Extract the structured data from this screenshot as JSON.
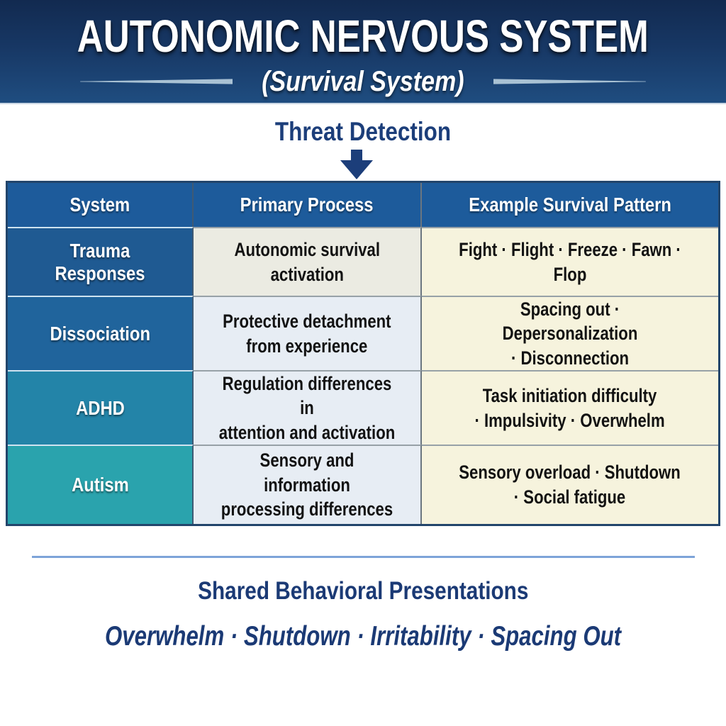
{
  "header": {
    "title": "AUTONOMIC NERVOUS SYSTEM",
    "subtitle": "(Survival System)"
  },
  "flow": {
    "label": "Threat Detection",
    "arrow_icon": "down-arrow"
  },
  "table": {
    "columns": [
      "System",
      "Primary Process",
      "Example Survival Pattern"
    ],
    "rows": [
      {
        "system": "Trauma Responses",
        "process": "Autonomic survival\nactivation",
        "pattern": "Fight · Flight · Freeze · Fawn · Flop"
      },
      {
        "system": "Dissociation",
        "process": "Protective detachment\nfrom experience",
        "pattern": "Spacing out · Depersonalization\n· Disconnection"
      },
      {
        "system": "ADHD",
        "process": "Regulation differences in\nattention and activation",
        "pattern": "Task initiation difficulty\n· Impulsivity · Overwhelm"
      },
      {
        "system": "Autism",
        "process": "Sensory and information\nprocessing differences",
        "pattern": "Sensory overload · Shutdown\n· Social fatigue"
      }
    ]
  },
  "footer": {
    "heading": "Shared Behavioral Presentations",
    "items": "Overwhelm · Shutdown · Irritability · Spacing Out"
  },
  "colors": {
    "band_navy_top": "#122a50",
    "band_navy_bottom": "#1f4d80",
    "table_header_blue": "#1d5b9b",
    "system_row_1": "#1f5a92",
    "system_row_2": "#20649c",
    "system_row_3": "#2384a8",
    "system_row_4": "#2aa3ad",
    "process_bg_row_1": "#ebebe2",
    "process_bg": "#e7edf4",
    "pattern_bg": "#f6f3dd",
    "navy_text": "#1c3e7a",
    "divider_blue": "#7da3d8"
  }
}
